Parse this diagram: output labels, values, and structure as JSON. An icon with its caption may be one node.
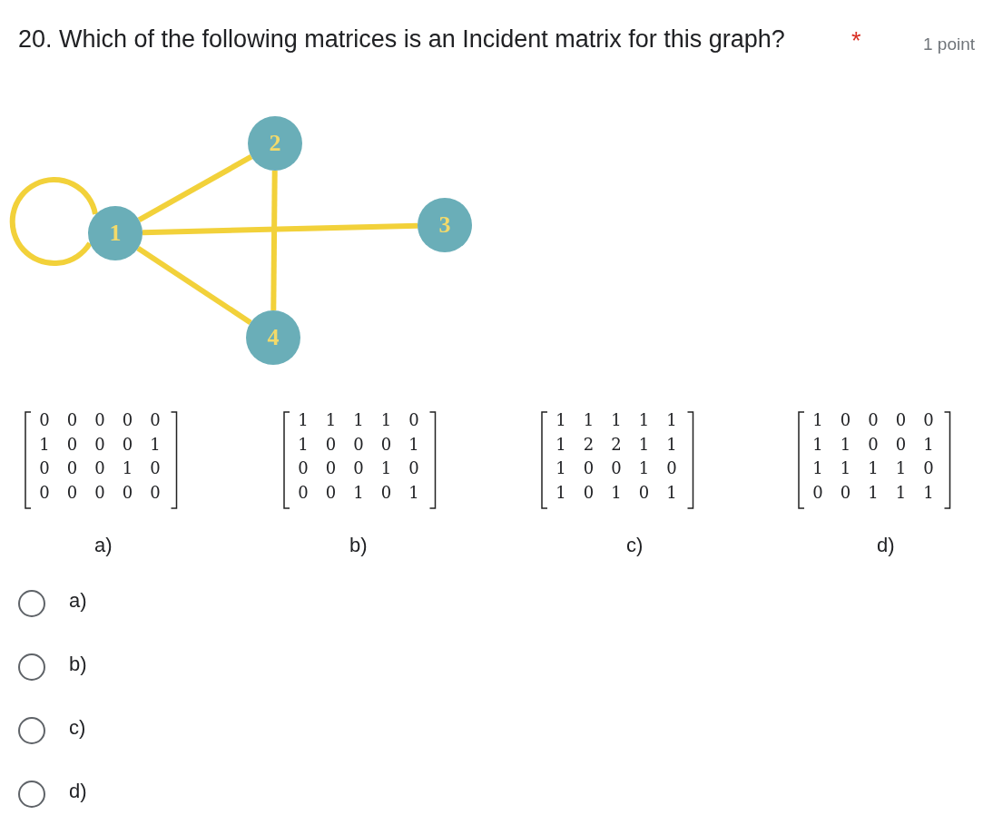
{
  "diagram": {
    "title": "20. Which of the following matrices is an Incident matrix for this graph?",
    "nodes": [
      {
        "text": [
          "1"
        ]
      },
      {
        "text": [
          "2"
        ]
      },
      {
        "text": [
          "3"
        ]
      },
      {
        "text": [
          "4"
        ]
      }
    ],
    "edges": [
      {
        "from": 0,
        "to": 0,
        "arrow": "none"
      },
      {
        "from": 0,
        "to": 1,
        "arrow": "none"
      },
      {
        "from": 0,
        "to": 2,
        "arrow": "none"
      },
      {
        "from": 0,
        "to": 3,
        "arrow": "none"
      },
      {
        "from": 1,
        "to": 3,
        "arrow": "none"
      }
    ],
    "labels": [
      "*",
      "1 point",
      "0",
      "0",
      "0",
      "0",
      "0",
      "1",
      "0",
      "0",
      "0",
      "1",
      "0",
      "0",
      "0",
      "1",
      "0",
      "0",
      "0",
      "0",
      "0",
      "0",
      "1",
      "1",
      "1",
      "1",
      "0",
      "1",
      "0",
      "0",
      "0",
      "1",
      "0",
      "0",
      "0",
      "1",
      "0",
      "0",
      "0",
      "1",
      "0",
      "1",
      "1",
      "1",
      "1",
      "1",
      "1",
      "1",
      "2",
      "2",
      "1",
      "1",
      "1",
      "0",
      "0",
      "1",
      "0",
      "1",
      "0",
      "1",
      "0",
      "1",
      "1",
      "0",
      "0",
      "0",
      "0",
      "1",
      "1",
      "0",
      "0",
      "1",
      "1",
      "1",
      "1",
      "1",
      "0",
      "0",
      "0",
      "1",
      "1",
      "1",
      "a)",
      "b)",
      "c)",
      "d)",
      "a)",
      "b)",
      "c)",
      "d)"
    ]
  }
}
